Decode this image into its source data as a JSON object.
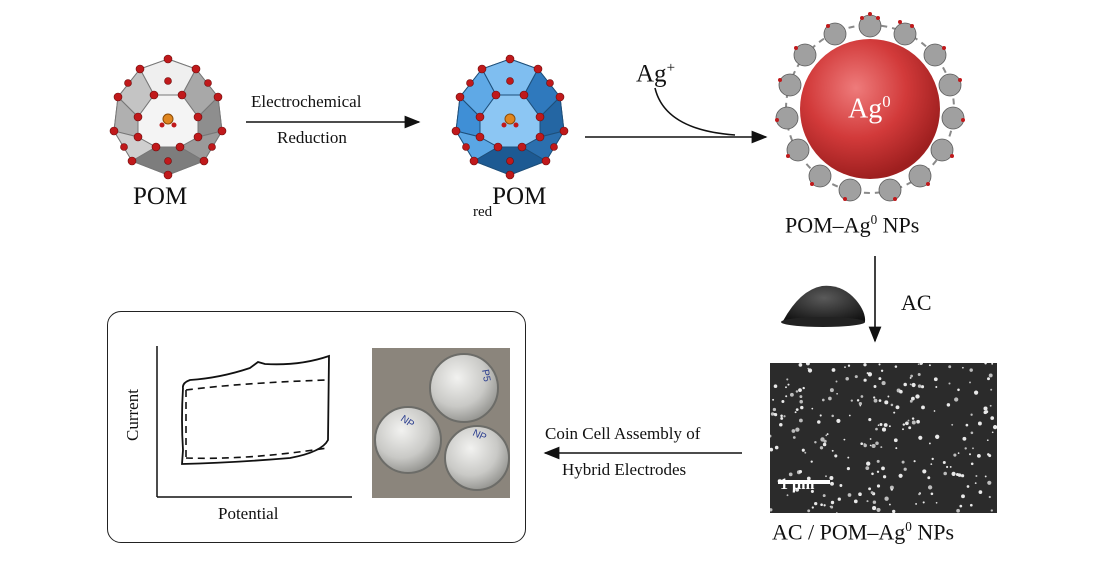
{
  "labels": {
    "pom": "POM",
    "red_prefix": "red",
    "red_pom": "POM",
    "electrochemical": "Electrochemical",
    "reduction": "Reduction",
    "ag_ion": "Ag",
    "ag_ion_charge": "+",
    "ag0_center": "Ag",
    "ag0_center_sup": "0",
    "pom_ag_np_main": "POM–Ag",
    "pom_ag_np_sup": "0",
    "pom_ag_np_tail": " NPs",
    "ac": "AC",
    "composite_main": "AC / POM–Ag",
    "composite_sup": "0",
    "composite_tail": " NPs",
    "coin_cell_line1": "Coin Cell Assembly of",
    "coin_cell_line2": "Hybrid Electrodes",
    "scale_bar": "1 μm",
    "cv_ylabel": "Current",
    "cv_xlabel": "Potential",
    "coin_mark_1": "NP",
    "coin_mark_2": "NP",
    "coin_mark_3": "P5"
  },
  "colors": {
    "pom_gray": "#b9b9b9",
    "pom_blue": "#3f8fd6",
    "oxygen_red": "#c0191b",
    "silver_np_red": "#d23a3a",
    "center_orange": "#e0861f"
  },
  "icons": {
    "pom_cluster": "keggin-polyhedron-gray",
    "red_pom_cluster": "keggin-polyhedron-blue",
    "np": "silver-nanoparticle-sphere",
    "carbon": "activated-carbon-powder-pile",
    "sem": "sem-micrograph",
    "photo": "coin-cell-photo"
  }
}
